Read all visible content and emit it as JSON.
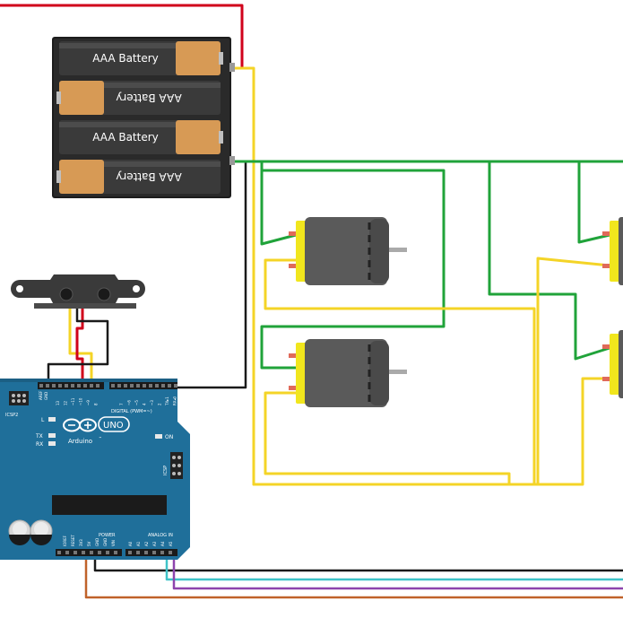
{
  "batteries": [
    {
      "label": "AAA Battery",
      "flipped": false
    },
    {
      "label": "AAA Battery",
      "flipped": true
    },
    {
      "label": "AAA Battery",
      "flipped": false
    },
    {
      "label": "AAA Battery",
      "flipped": true
    }
  ],
  "arduino": {
    "brand": "Arduino",
    "model": "UNO",
    "tm": "™",
    "on_label": "ON",
    "l_label": "L",
    "tx_label": "TX",
    "rx_label": "RX",
    "icsp2_label": "ICSP2",
    "icsp_label": "ICSP",
    "digital_label": "DIGITAL (PWM=~)",
    "power_label": "POWER",
    "analog_label": "ANALOG IN",
    "aref_label": "AREF",
    "gnd_label": "GND",
    "digital_pins": [
      "13",
      "12",
      "~11",
      "~10",
      "~9",
      "8",
      "7",
      "~6",
      "~5",
      "4",
      "~3",
      "2",
      "TX▸1",
      "RX◂0"
    ],
    "power_pins": [
      "IOREF",
      "RESET",
      "3V3",
      "5V",
      "GND",
      "GND",
      "VIN"
    ],
    "analog_pins": [
      "A0",
      "A1",
      "A2",
      "A3",
      "A4",
      "A5"
    ]
  },
  "colors": {
    "wire_red": "#d0021b",
    "wire_black": "#1a1a1a",
    "wire_green": "#20a33a",
    "wire_yellow": "#f4d427",
    "wire_cyan": "#3fc3c8",
    "wire_purple": "#8e44ad",
    "wire_orange": "#c0622a",
    "board": "#1f6f9a",
    "battery_body": "#3a3a3a",
    "battery_cap": "#d79a55",
    "motor_body": "#5a5a5a",
    "motor_cap": "#f1e61d"
  }
}
